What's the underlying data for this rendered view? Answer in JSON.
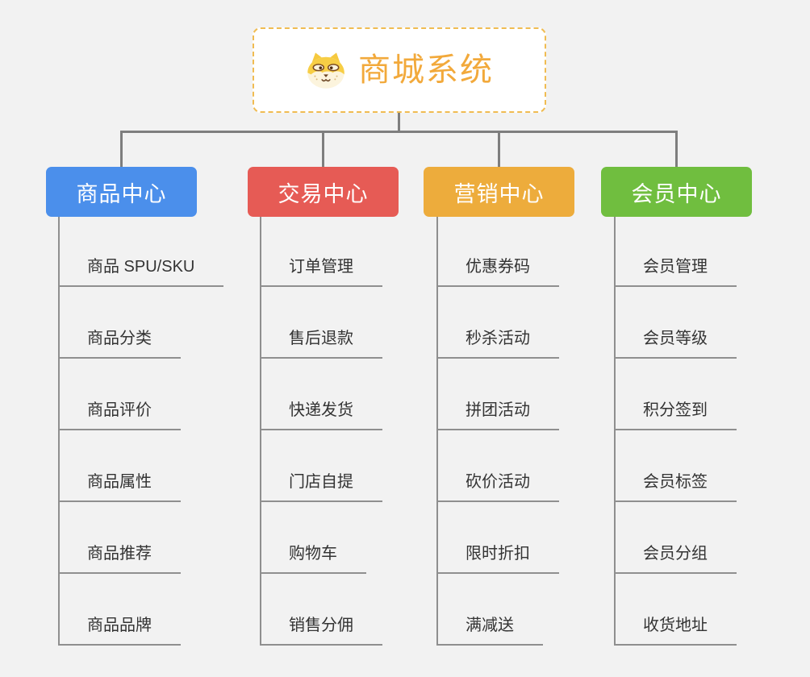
{
  "root": {
    "title": "商城系统",
    "title_color": "#f2a93b",
    "icon": "shiba-dog-icon"
  },
  "branches": [
    {
      "label": "商品中心",
      "color": "#4b8feb",
      "items": [
        "商品 SPU/SKU",
        "商品分类",
        "商品评价",
        "商品属性",
        "商品推荐",
        "商品品牌"
      ]
    },
    {
      "label": "交易中心",
      "color": "#e65b55",
      "items": [
        "订单管理",
        "售后退款",
        "快递发货",
        "门店自提",
        "购物车",
        "销售分佣"
      ]
    },
    {
      "label": "营销中心",
      "color": "#edac3c",
      "items": [
        "优惠券码",
        "秒杀活动",
        "拼团活动",
        "砍价活动",
        "限时折扣",
        "满减送"
      ]
    },
    {
      "label": "会员中心",
      "color": "#70be3f",
      "items": [
        "会员管理",
        "会员等级",
        "积分签到",
        "会员标签",
        "会员分组",
        "收货地址"
      ]
    }
  ]
}
